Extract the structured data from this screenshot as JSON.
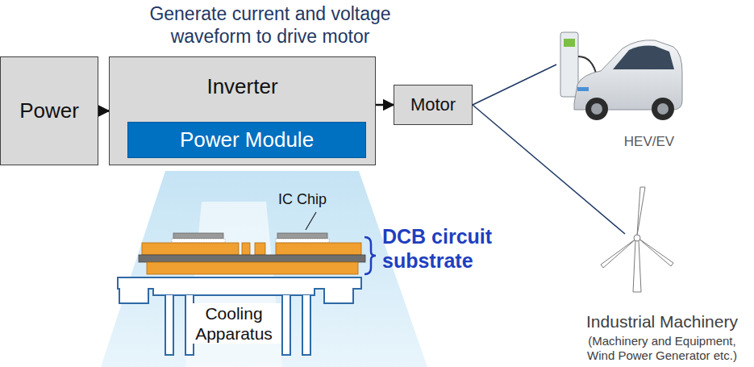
{
  "diagram": {
    "nodes": [
      {
        "text": [
          "Power"
        ]
      },
      {
        "text": [
          "Inverter"
        ]
      },
      {
        "text": [
          "Power Module"
        ],
        "in": 1
      },
      {
        "text": [
          "Motor"
        ]
      }
    ],
    "edges": [
      {
        "from": 0,
        "to": 1,
        "arrow": "to"
      },
      {
        "from": 1,
        "to": 3,
        "arrow": "to"
      }
    ],
    "labels": [
      "Generate current and voltage waveform to drive motor",
      "IC Chip",
      "DCB circuit substrate",
      "Cooling Apparatus",
      "HEV/EV",
      "Industrial Machinery",
      "(Machinery and Equipment, Wind Power Generator etc.)"
    ]
  }
}
